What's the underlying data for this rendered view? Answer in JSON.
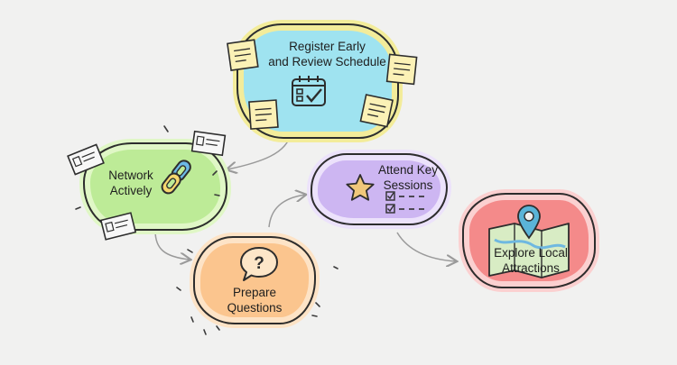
{
  "nodes": [
    {
      "id": "register",
      "label": "Register Early\nand Review Schedule",
      "color": "#9fe3f0",
      "rim": "#f3ec9a",
      "icon": "calendar-icon"
    },
    {
      "id": "network",
      "label": "Network\nActively",
      "color": "#bdeb97",
      "rim": "#e0f7c6",
      "icon": "link-icon"
    },
    {
      "id": "attend",
      "label": "Attend Key\nSessions",
      "color": "#cdb6f2",
      "rim": "#ece2fb",
      "icon": "star-icon"
    },
    {
      "id": "prepare",
      "label": "Prepare\nQuestions",
      "color": "#fbc58e",
      "rim": "#fde3c6",
      "icon": "question-bubble-icon"
    },
    {
      "id": "explore",
      "label": "Explore Local\nAttractions",
      "color": "#f48a8a",
      "rim": "#fbd0d0",
      "icon": "map-pin-icon"
    }
  ],
  "colors": {
    "background": "#f1f1f0",
    "outline": "#2d2d2d",
    "connector": "#9a9a9a"
  }
}
